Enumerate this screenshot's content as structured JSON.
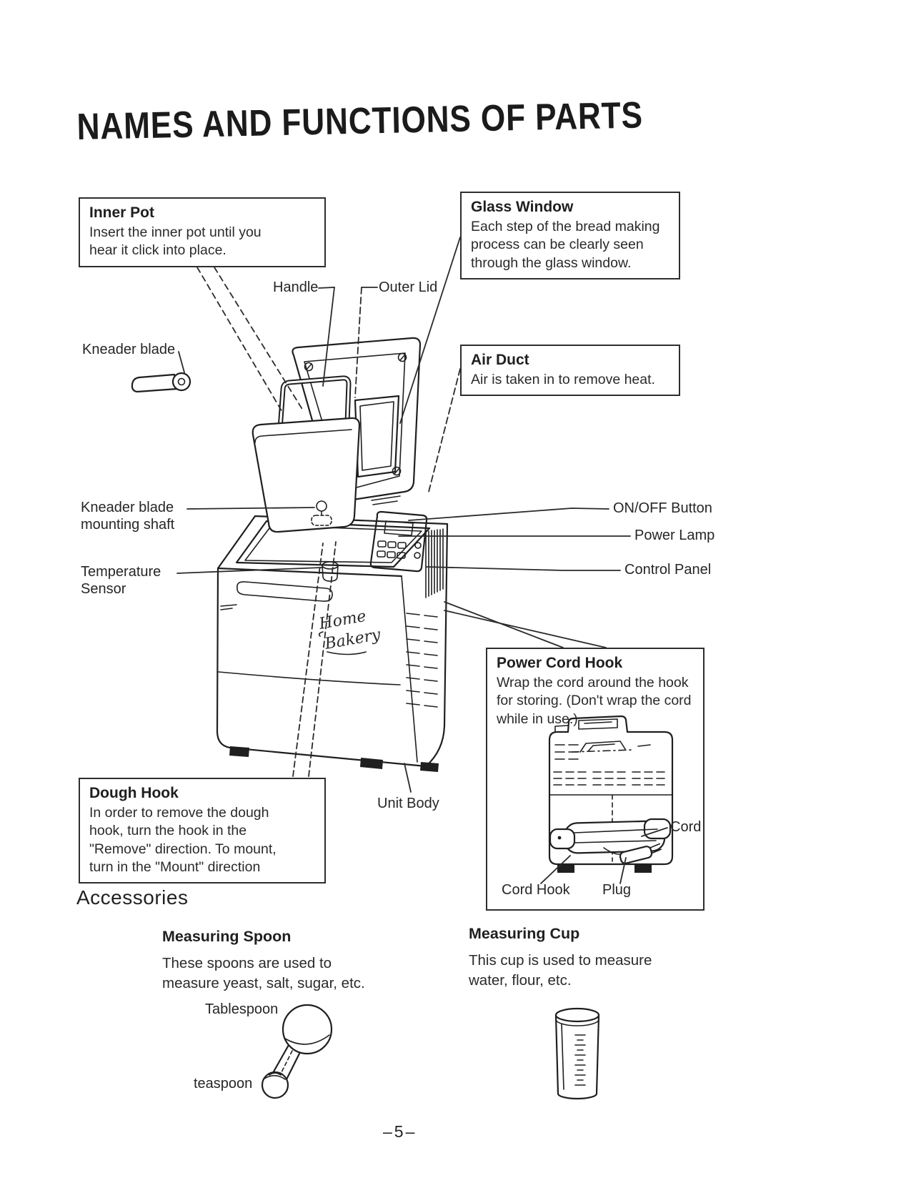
{
  "page": {
    "title": "NAMES AND FUNCTIONS OF PARTS",
    "page_number": "–5–"
  },
  "callouts": {
    "inner_pot": {
      "title": "Inner Pot",
      "body": [
        "Insert the inner pot until you",
        "hear it click into place."
      ]
    },
    "glass_window": {
      "title": "Glass Window",
      "body": [
        "Each step of the bread making",
        "process can be clearly seen",
        "through the glass window."
      ]
    },
    "air_duct": {
      "title": "Air Duct",
      "body": [
        "Air is taken in to remove heat."
      ]
    },
    "power_cord_hook": {
      "title": "Power Cord Hook",
      "body": [
        "Wrap the cord around the hook",
        "for storing. (Don't wrap the cord",
        "while in use.)"
      ],
      "labels": {
        "cord": "Cord",
        "cord_hook": "Cord Hook",
        "plug": "Plug"
      }
    },
    "dough_hook": {
      "title": "Dough Hook",
      "body": [
        "In order to remove the dough",
        "hook, turn the hook in the",
        "\"Remove\" direction. To mount,",
        "turn in the \"Mount\" direction"
      ]
    }
  },
  "part_labels": {
    "handle": "Handle",
    "outer_lid": "Outer Lid",
    "kneader_blade": "Kneader blade",
    "kneader_blade_mounting_shaft": [
      "Kneader blade",
      "mounting shaft"
    ],
    "temperature_sensor": [
      "Temperature",
      "Sensor"
    ],
    "on_off_button": "ON/OFF Button",
    "power_lamp": "Power Lamp",
    "control_panel": "Control Panel",
    "unit_body": "Unit Body"
  },
  "machine": {
    "brand_line1": "Home",
    "brand_line2": "Bakery"
  },
  "accessories": {
    "heading": "Accessories",
    "measuring_spoon": {
      "title": "Measuring Spoon",
      "body": [
        "These spoons are used to",
        "measure yeast, salt, sugar, etc."
      ],
      "labels": {
        "tablespoon": "Tablespoon",
        "teaspoon": "teaspoon"
      }
    },
    "measuring_cup": {
      "title": "Measuring Cup",
      "body": [
        "This cup is used to measure",
        "water, flour, etc."
      ]
    }
  },
  "colors": {
    "ink": "#1f1f1f",
    "paper": "#ffffff"
  }
}
